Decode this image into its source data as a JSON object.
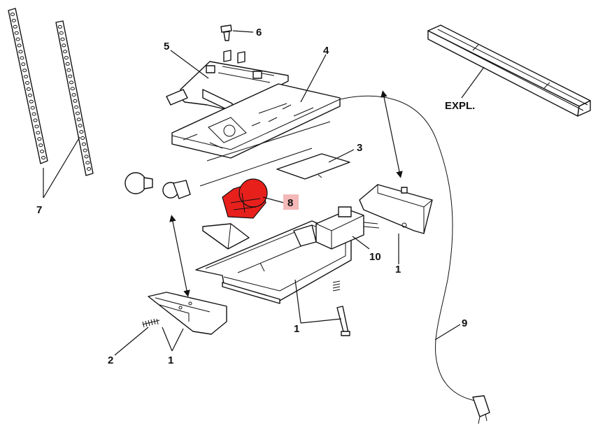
{
  "labels": {
    "l1a": "1",
    "l1b": "1",
    "l1c": "1",
    "l2": "2",
    "l3": "3",
    "l4": "4",
    "l5": "5",
    "l6": "6",
    "l7": "7",
    "l8": "8",
    "l9": "9",
    "l10": "10",
    "expl": "EXPL."
  },
  "colors": {
    "highlight_part": "#e8201c",
    "highlight_label": "#c0141a",
    "highlight_label_bg": "#f4b8b8",
    "line": "#111111"
  }
}
